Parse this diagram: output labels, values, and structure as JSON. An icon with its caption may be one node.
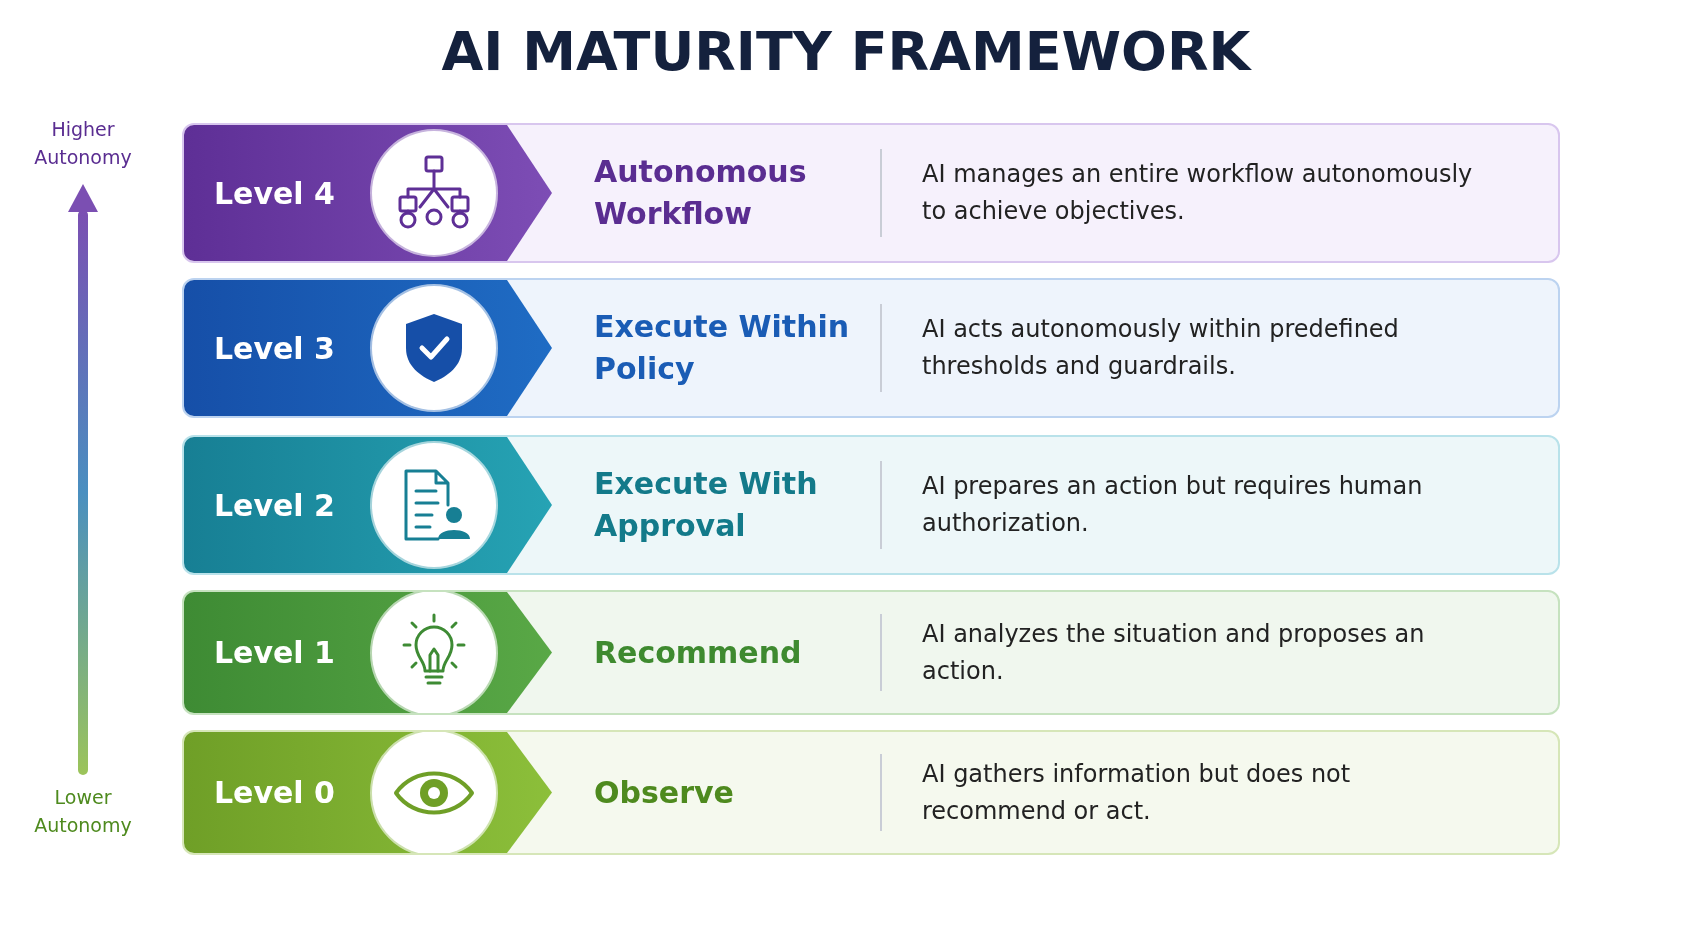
{
  "diagram": {
    "title": "AI MATURITY FRAMEWORK",
    "nodes": [
      {
        "text": [
          "Level 4",
          "Autonomous Workflow",
          "AI manages an entire workflow autonomously to achieve objectives."
        ]
      },
      {
        "text": [
          "Level 3",
          "Execute Within Policy",
          "AI acts autonomously within predefined thresholds and guardrails."
        ]
      },
      {
        "text": [
          "Level 2",
          "Execute With Approval",
          "AI prepares an action but requires human authorization."
        ]
      },
      {
        "text": [
          "Level 1",
          "Recommend",
          "AI analyzes the situation and proposes an action."
        ]
      },
      {
        "text": [
          "Level 0",
          "Observe",
          "AI gathers information but does not recommend or act."
        ]
      }
    ],
    "edges": [],
    "labels": [
      "Higher Autonomy",
      "Lower Autonomy"
    ]
  }
}
